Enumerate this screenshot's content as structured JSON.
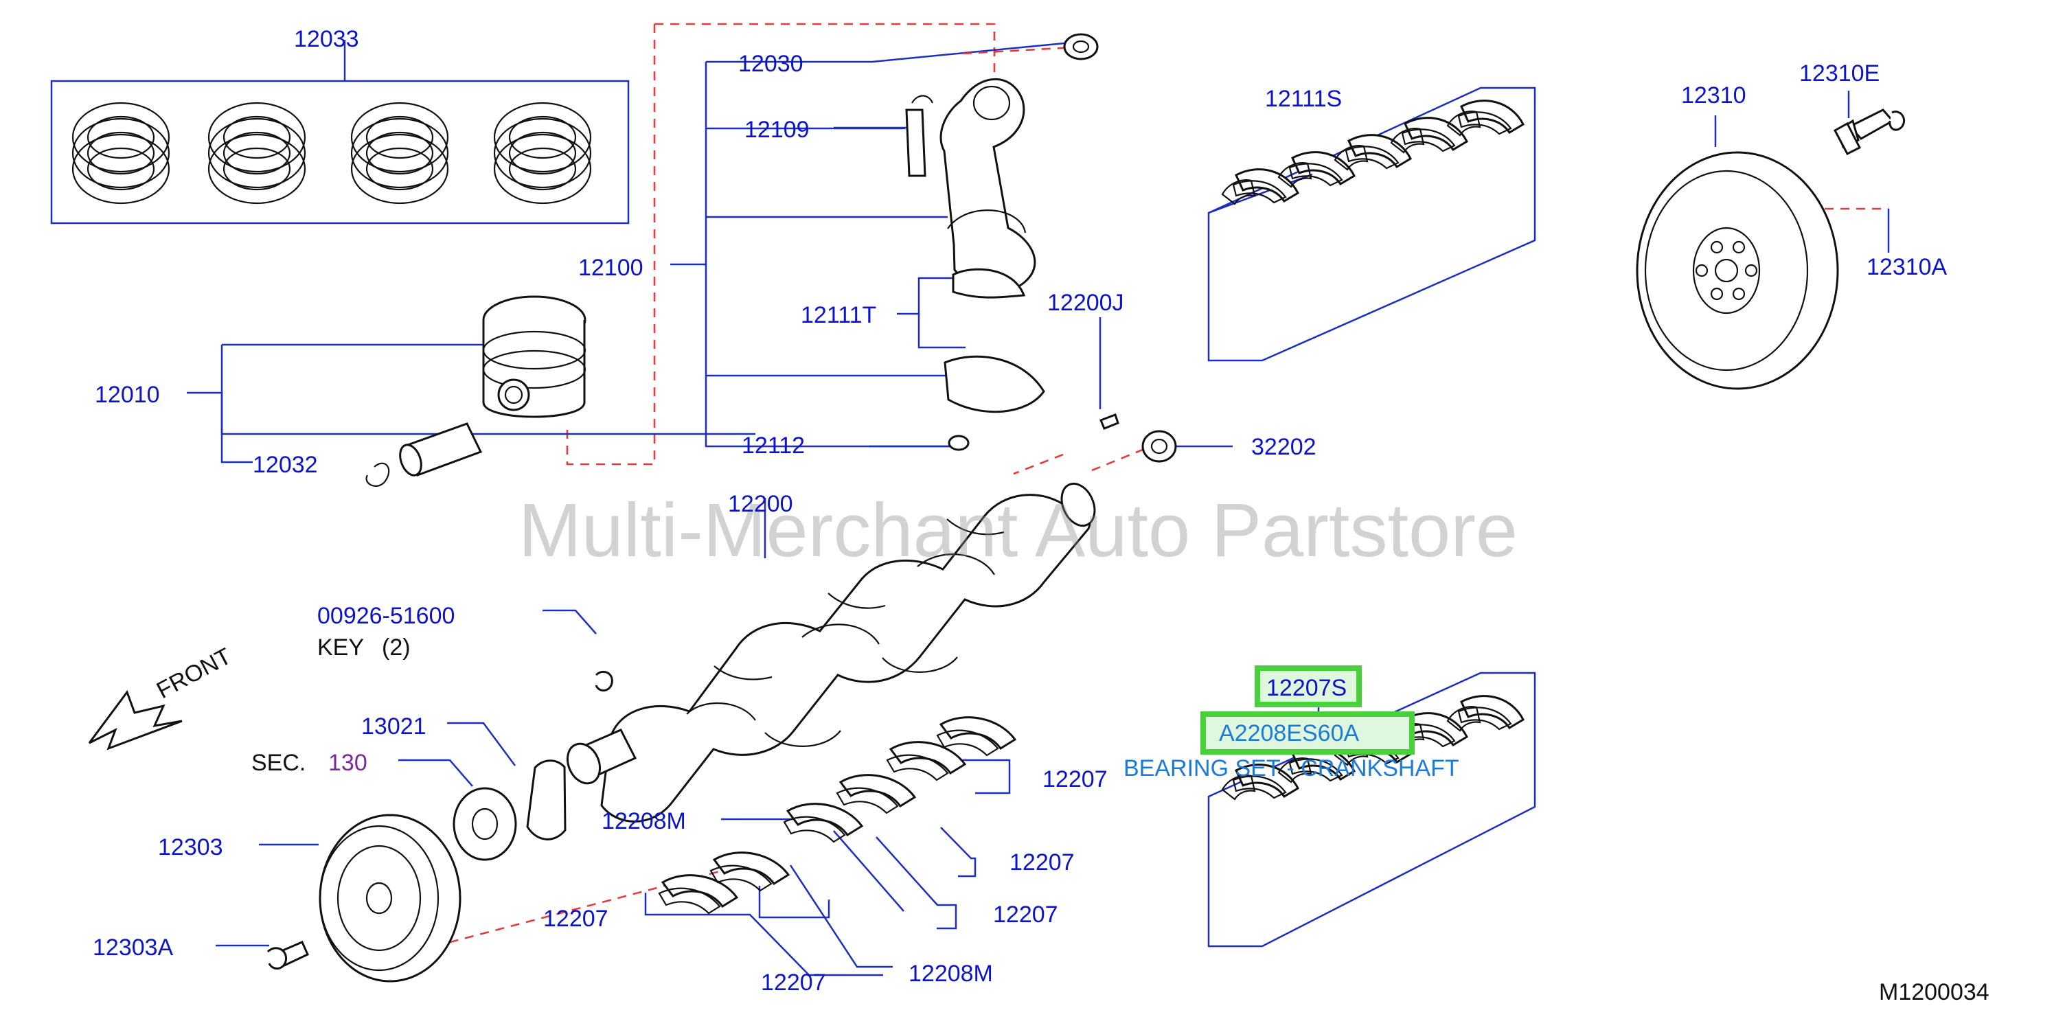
{
  "watermark": "Multi-Merchant Auto Partstore",
  "footer": {
    "diagram_code": "M1200034"
  },
  "front_indicator": {
    "label": "FRONT"
  },
  "parts": {
    "p12033": "12033",
    "p12030": "12030",
    "p12109": "12109",
    "p12100": "12100",
    "p12111T": "12111T",
    "p12200J": "12200J",
    "p12112": "12112",
    "p12010": "12010",
    "p12032": "12032",
    "p12200": "12200",
    "p32202": "32202",
    "p12111S": "12111S",
    "p12310": "12310",
    "p12310E": "12310E",
    "p12310A": "12310A",
    "p00926": "00926-51600",
    "key_label": "KEY",
    "key_qty": "(2)",
    "p13021": "13021",
    "sec_label": "SEC.",
    "sec_value": "130",
    "p12303": "12303",
    "p12303A": "12303A",
    "p12208M_upper": "12208M",
    "p12207_right_upper": "12207",
    "p12207_right_middle": "12207",
    "p12207_right_lower": "12207",
    "p12207_left": "12207",
    "p12207_bottom": "12207",
    "p12208M_lower": "12208M",
    "p12207S": "12207S",
    "pA2208ES60A": "A2208ES60A",
    "bearing_set_desc": "BEARING SET - CRANKSHAFT"
  },
  "highlight_color": "#48d13a",
  "callout_color": "#0b14c8",
  "guide_color": "#e33c3c"
}
